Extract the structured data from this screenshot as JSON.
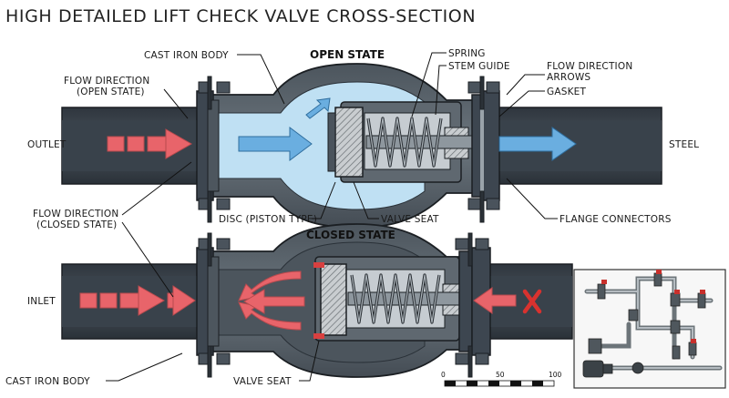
{
  "title": "HIGH DETAILED LIFT CHECK VALVE CROSS-SECTION",
  "states": {
    "open": "OPEN STATE",
    "closed": "CLOSED STATE"
  },
  "labels": {
    "cast_iron_body_top": "CAST IRON BODY",
    "flow_open_1": "FLOW DIRECTION",
    "flow_open_2": "(OPEN STATE)",
    "outlet": "OUTLET",
    "flow_closed_1": "FLOW DIRECTION",
    "flow_closed_2": "(CLOSED STATE)",
    "disc": "DISC (PISTON TYPE)",
    "valve_seat_top": "VALVE SEAT",
    "spring": "SPRING",
    "stem_guide": "STEM GUIDE",
    "flow_arrows_1": "FLOW DIRECTION",
    "flow_arrows_2": "ARROWS",
    "gasket": "GASKET",
    "steel": "STEEL",
    "flange_connectors": "FLANGE CONNECTORS",
    "inlet": "INLET",
    "cast_iron_body_bottom": "CAST IRON BODY",
    "valve_seat_bottom": "VALVE SEAT"
  },
  "scale_bar": {
    "ticks": [
      "0",
      "50",
      "100"
    ]
  },
  "colors": {
    "pipe": "#3d4650",
    "body": "#5d6770",
    "water": "#bfe0f3",
    "flow_red": "#e8646a",
    "flow_blue": "#6aaee0",
    "stop_red": "#d8322f",
    "seat_red": "#d94040"
  }
}
